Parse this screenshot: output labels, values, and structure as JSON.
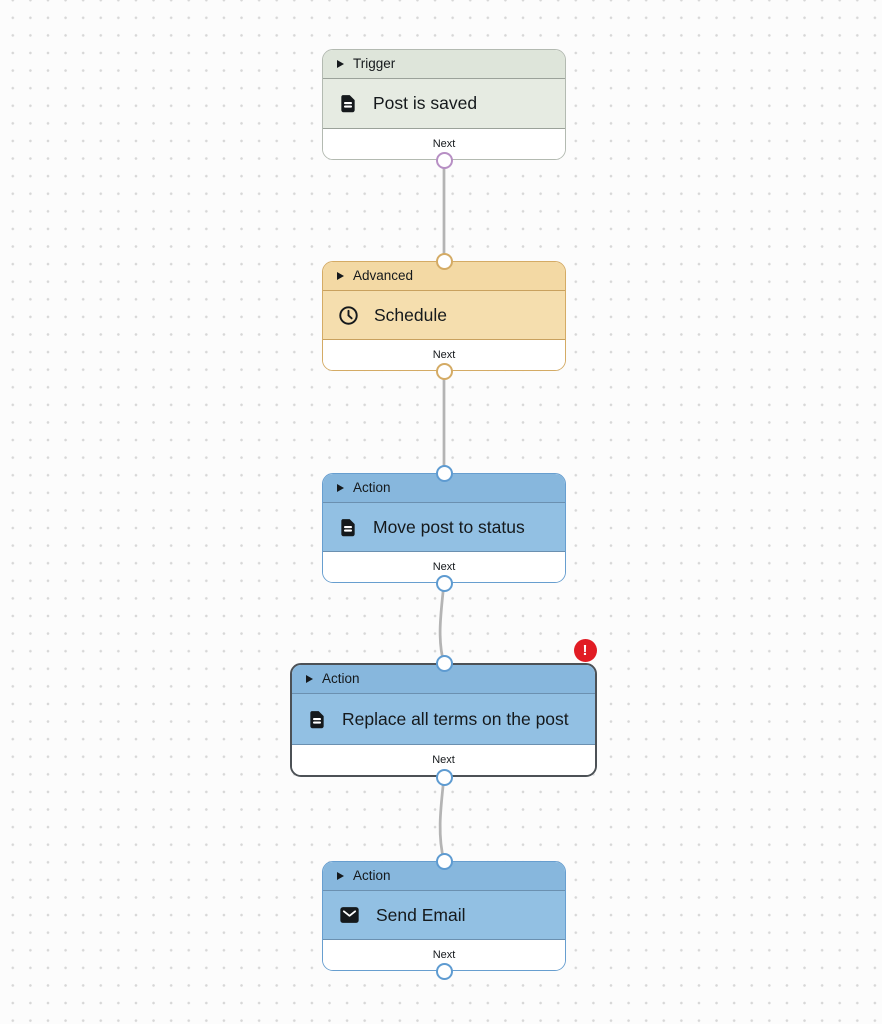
{
  "flow": {
    "nodes": [
      {
        "category": "Trigger",
        "title": "Post is saved",
        "footer_label": "Next",
        "icon": "document-icon",
        "type": "trigger",
        "selected": false,
        "has_error": false
      },
      {
        "category": "Advanced",
        "title": "Schedule",
        "footer_label": "Next",
        "icon": "clock-icon",
        "type": "advanced",
        "selected": false,
        "has_error": false
      },
      {
        "category": "Action",
        "title": "Move post to status",
        "footer_label": "Next",
        "icon": "document-icon",
        "type": "action",
        "selected": false,
        "has_error": false
      },
      {
        "category": "Action",
        "title": "Replace all terms on the post",
        "footer_label": "Next",
        "icon": "document-icon",
        "type": "action",
        "selected": true,
        "has_error": true
      },
      {
        "category": "Action",
        "title": "Send Email",
        "footer_label": "Next",
        "icon": "envelope-icon",
        "type": "action",
        "selected": false,
        "has_error": false
      }
    ],
    "error_badge": {
      "glyph": "!"
    },
    "colors": {
      "trigger": {
        "header": "#dee5da",
        "body": "#e6ebe2",
        "border": "#b3bab1",
        "divider": "#9ba29a",
        "port": "#b78fc4"
      },
      "advanced": {
        "header": "#f3d9a4",
        "body": "#f5deae",
        "border": "#d4ab65",
        "divider": "#c9a15e",
        "port": "#d4ab65"
      },
      "action": {
        "header": "#87b7dd",
        "body": "#92c0e3",
        "border": "#679ecf",
        "divider": "#6b90b0",
        "port": "#5e9bd1"
      },
      "selected_border": "#4c5156",
      "connector": "#b4b4b4",
      "grid_dot": "#d7d7d7",
      "error": "#e11c24"
    }
  }
}
